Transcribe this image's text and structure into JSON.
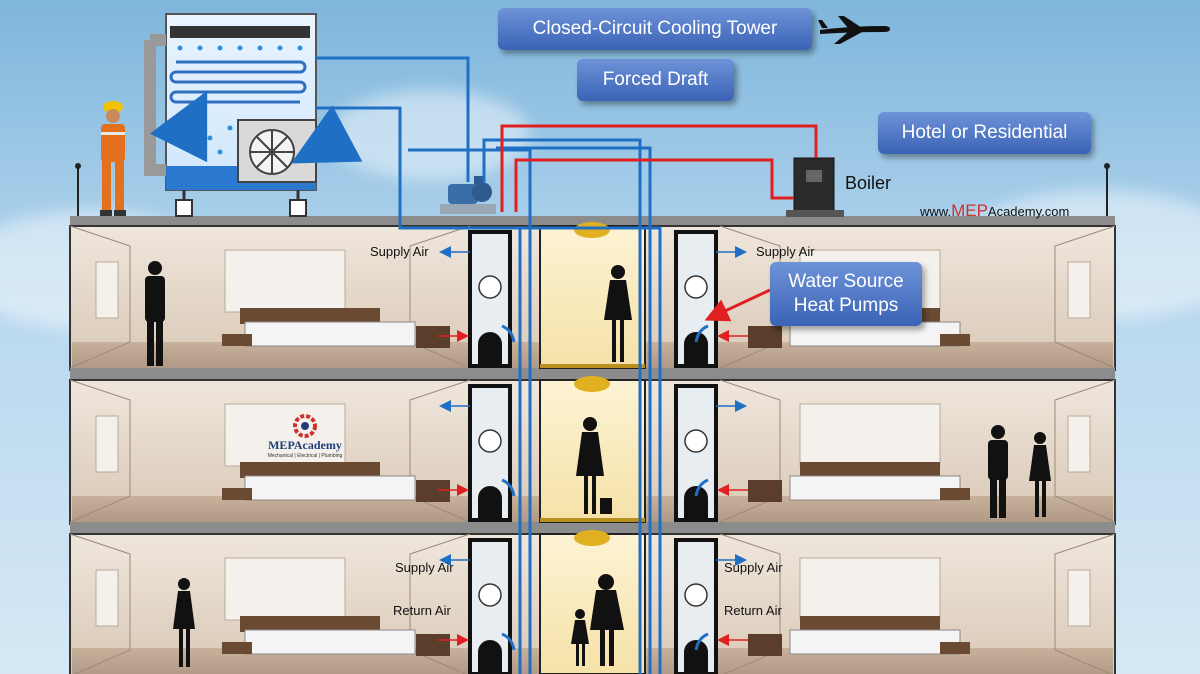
{
  "callouts": {
    "title": "Closed-Circuit Cooling Tower",
    "subtitle": "Forced Draft",
    "building_type": "Hotel or Residential",
    "wshp_line1": "Water Source",
    "wshp_line2": "Heat Pumps"
  },
  "labels": {
    "boiler": "Boiler",
    "supply_air": "Supply Air",
    "return_air": "Return Air"
  },
  "branding": {
    "site_prefix": "www.",
    "site_brand": "MEP",
    "site_suffix": "Academy.com",
    "logo_name": "MEPAcademy",
    "logo_tagline": "Mechanical | Electrical | Plumbing"
  },
  "colors": {
    "callout_blue": "#3a63b6",
    "condenser_water_pipe": "#1f6fc4",
    "hot_water_pipe": "#e02020",
    "brand_red": "#d0312d",
    "sky": "#9fc9e8"
  }
}
